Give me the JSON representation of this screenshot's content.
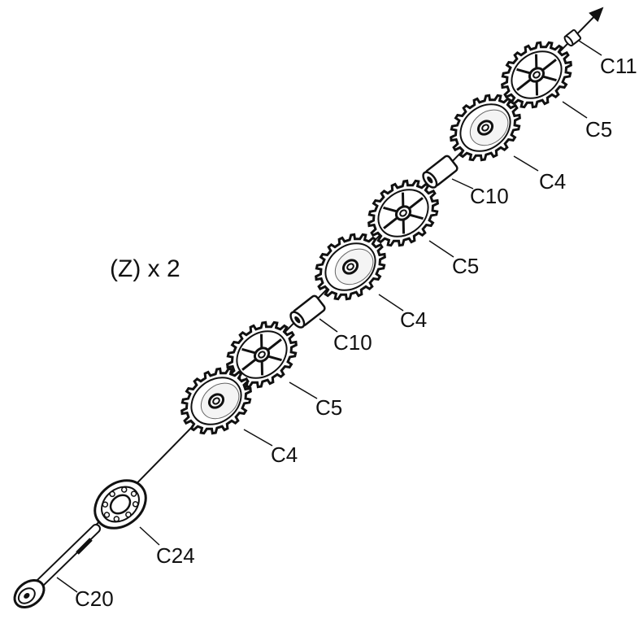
{
  "quantity_note": "(Z) x 2",
  "parts": {
    "c11": "C11",
    "c5_top": "C5",
    "c4_top": "C4",
    "c10_top": "C10",
    "c5_mid": "C5",
    "c4_mid": "C4",
    "c10_mid": "C10",
    "c5_low": "C5",
    "c4_low": "C4",
    "c24": "C24",
    "c20": "C20"
  }
}
